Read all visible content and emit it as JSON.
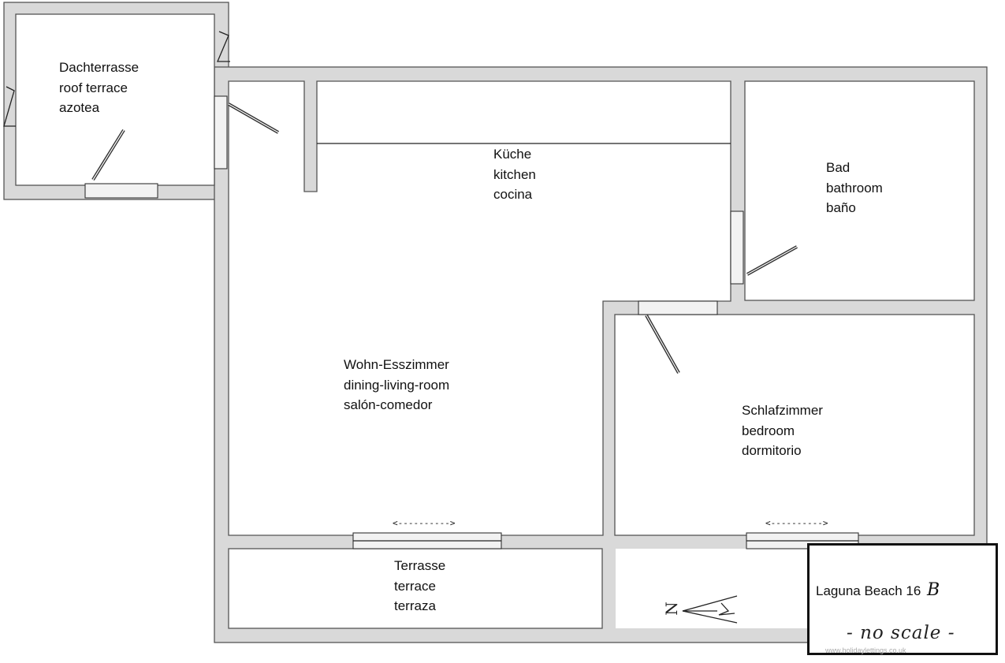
{
  "rooms": {
    "roof_terrace": [
      "Dachterrasse",
      "roof terrace",
      "azotea"
    ],
    "kitchen": [
      "Küche",
      "kitchen",
      "cocina"
    ],
    "bathroom": [
      "Bad",
      "bathroom",
      "baño"
    ],
    "living": [
      "Wohn-Esszimmer",
      "dining-living-room",
      "salón-comedor"
    ],
    "bedroom": [
      "Schlafzimmer",
      "bedroom",
      "dormitorio"
    ],
    "terrace": [
      "Terrasse",
      "terrace",
      "terraza"
    ]
  },
  "sliding_door_arrow": "<---------->",
  "north_label": "N",
  "title_block": {
    "name": "Laguna Beach 16",
    "suffix": "B",
    "scale_note": "- no scale -",
    "watermark": "www.holidaylettings.co.uk"
  }
}
